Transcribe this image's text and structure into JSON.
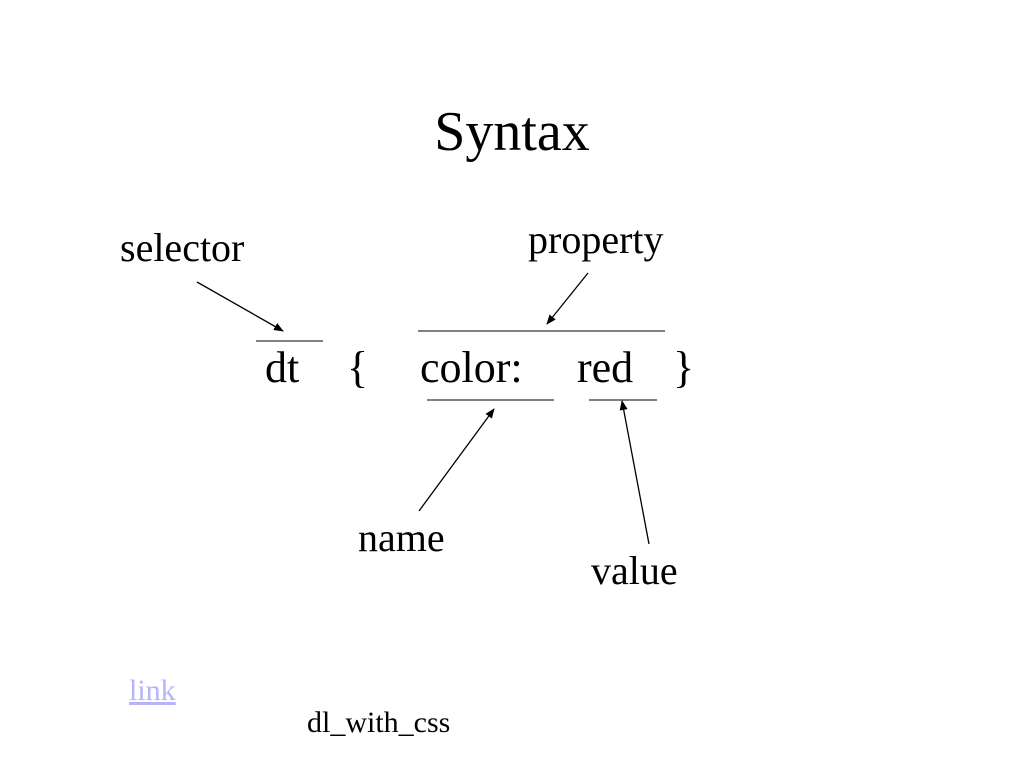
{
  "slide": {
    "title": "Syntax",
    "labels": {
      "selector": "selector",
      "property": "property",
      "name": "name",
      "value": "value"
    },
    "code": {
      "selector": "dt",
      "open_brace": "{",
      "property_name": "color:",
      "property_value": "red",
      "close_brace": "}"
    },
    "link_text": "link",
    "footer_text": "dl_with_css",
    "colors": {
      "text": "#000000",
      "link": "#b3b3ff",
      "background": "#ffffff"
    }
  }
}
